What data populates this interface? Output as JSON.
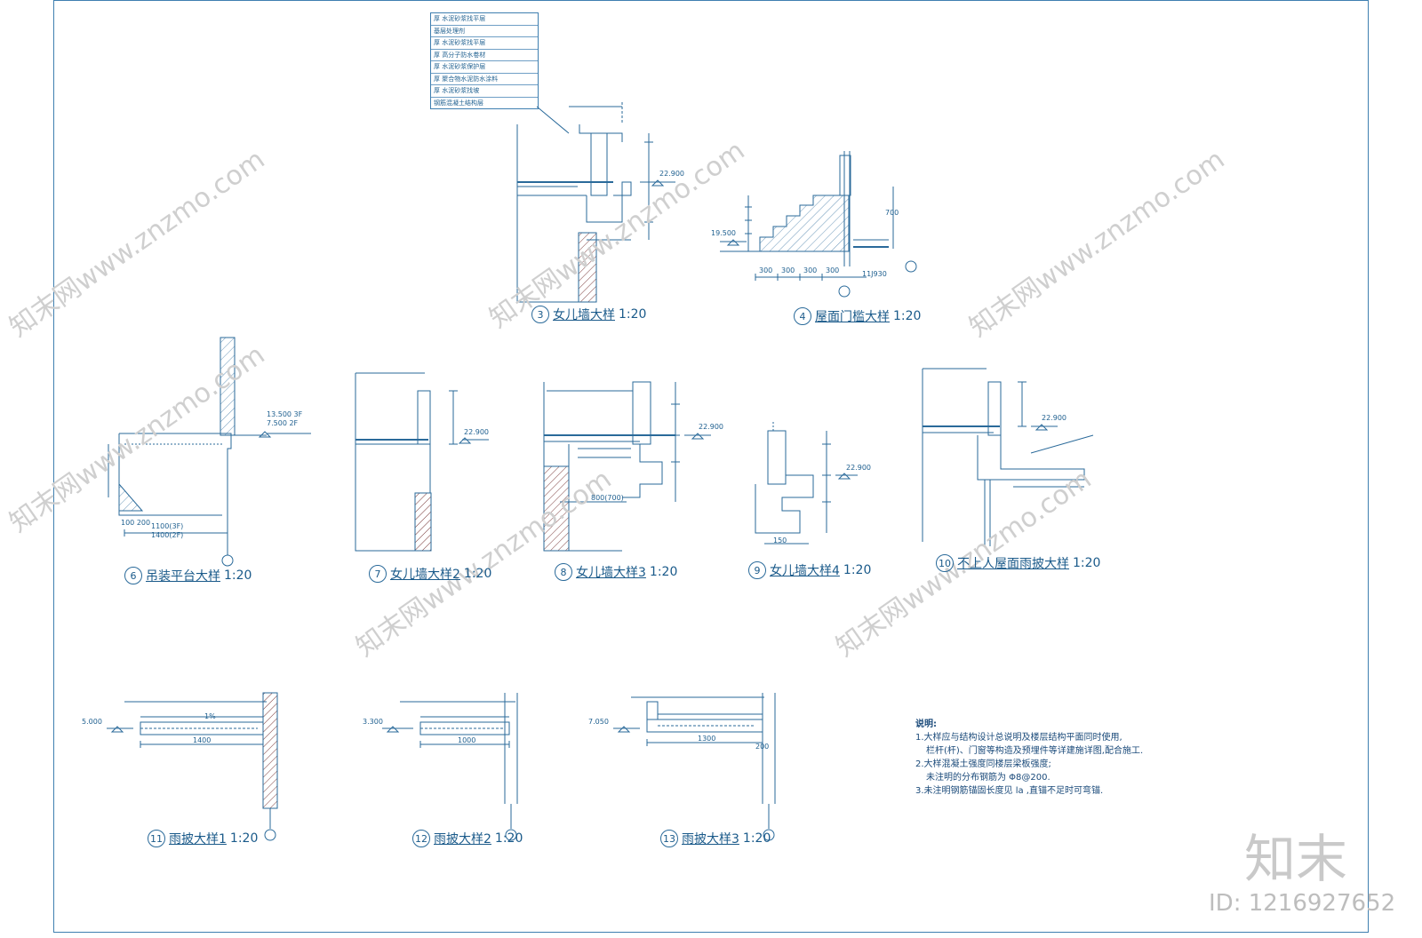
{
  "legend_rows": [
    "厚 水泥砂浆找平层",
    "基层处理剂",
    "厚 水泥砂浆找平层",
    "厚 高分子防水卷材",
    "厚 水泥砂浆保护层",
    "厚 聚合物水泥防水涂料",
    "厚 水泥砂浆找坡",
    "钢筋混凝土结构层"
  ],
  "captions": [
    {
      "num": "3",
      "title": "女儿墙大样",
      "scale": "1:20"
    },
    {
      "num": "4",
      "title": "屋面门槛大样",
      "scale": "1:20"
    },
    {
      "num": "6",
      "title": "吊装平台大样",
      "scale": "1:20"
    },
    {
      "num": "7",
      "title": "女儿墙大样2",
      "scale": "1:20"
    },
    {
      "num": "8",
      "title": "女儿墙大样3",
      "scale": "1:20"
    },
    {
      "num": "9",
      "title": "女儿墙大样4",
      "scale": "1:20"
    },
    {
      "num": "10",
      "title": "不上人屋面雨披大样",
      "scale": "1:20"
    },
    {
      "num": "11",
      "title": "雨披大样1",
      "scale": "1:20"
    },
    {
      "num": "12",
      "title": "雨披大样2",
      "scale": "1:20"
    },
    {
      "num": "13",
      "title": "雨披大样3",
      "scale": "1:20"
    }
  ],
  "elevations": {
    "e19500": "19.500",
    "e13500": "13.500 3F",
    "e7500": "7.500 2F",
    "e22900a": "22.900",
    "e22900b": "22.900",
    "e22900c": "22.900",
    "e22900d": "22.900",
    "e22900e": "22.900",
    "e5000": "5.000",
    "e3300": "3.300",
    "e7050": "7.050"
  },
  "dims": {
    "d300a": "300",
    "d300b": "300",
    "d300c": "300",
    "d300d": "300",
    "d11j930": "11J930",
    "d1100": "1100(3F)",
    "d1400": "1400(2F)",
    "d100_200": "100 200",
    "d1400b": "1400",
    "d1000": "1000",
    "d1300": "1300",
    "d200": "200",
    "d800": "800(700)",
    "d150": "150",
    "d1pct": "1%",
    "d700": "700"
  },
  "notes": {
    "title": "说明:",
    "line1": "1.大样应与结构设计总说明及楼层结构平面同时使用,",
    "line2": "栏杆(杆)、门窗等构造及预埋件等详建施详图,配合施工.",
    "line3": "2.大样混凝土强度同楼层梁板强度;",
    "line4": "未注明的分布钢筋为 Φ8@200.",
    "line5": "3.未注明钢筋锚固长度见 la ,直锚不足时可弯锚."
  },
  "watermark": {
    "brand": "知末",
    "id": "ID: 1216927652",
    "diag": "知末网www.znzmo.com"
  },
  "colors": {
    "line": "#2a6a9a",
    "hatch": "#7a3a3a",
    "cyan": "#1f8fb0"
  }
}
